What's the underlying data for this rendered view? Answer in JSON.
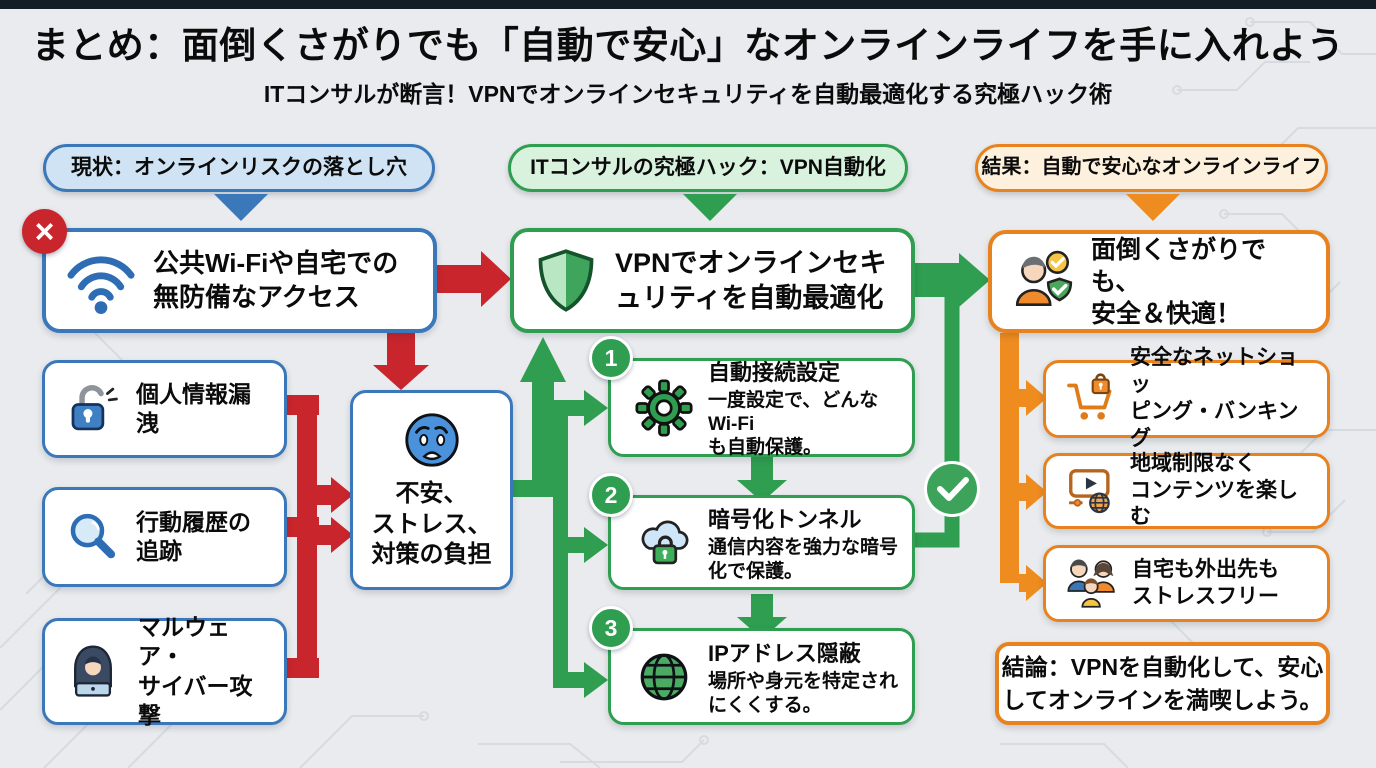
{
  "page": {
    "title": "まとめ：面倒くさがりでも「自動で安心」なオンラインライフを手に入れよう",
    "subtitle": "ITコンサルが断言！VPNでオンラインセキュリティを自動最適化する究極ハック術"
  },
  "colors": {
    "blue": "#3b78ba",
    "blue_light": "#cfe3f5",
    "green": "#2f9e50",
    "green_light": "#d9f2dd",
    "orange": "#e8821f",
    "orange_light": "#fdf0dc",
    "red": "#c9252c",
    "background": "#e9ebee",
    "top_strip": "#141c27"
  },
  "columns": {
    "current": {
      "header": "現状：オンラインリスクの落とし穴",
      "main_box": {
        "icon": "wifi-icon",
        "badge_icon": "x-circle-icon",
        "text": "公共Wi-Fiや自宅での\n無防備なアクセス"
      },
      "risks": [
        {
          "icon": "lock-open-icon",
          "text": "個人情報漏洩"
        },
        {
          "icon": "magnifier-icon",
          "text": "行動履歴の追跡"
        },
        {
          "icon": "hacker-icon",
          "text": "マルウェア・\nサイバー攻撃"
        }
      ],
      "stress_box": {
        "icon": "worried-face-icon",
        "text": "不安、\nストレス、\n対策の負担"
      }
    },
    "hack": {
      "header": "ITコンサルの究極ハック：VPN自動化",
      "main_box": {
        "icon": "shield-icon",
        "text": "VPNでオンラインセキ\nュリティを自動最適化"
      },
      "steps": [
        {
          "number": "1",
          "icon": "gear-icon",
          "title": "自動接続設定",
          "body": "一度設定で、どんなWi-Fi\nも自動保護。"
        },
        {
          "number": "2",
          "icon": "cloud-lock-icon",
          "title": "暗号化トンネル",
          "body": "通信内容を強力な暗号\n化で保護。"
        },
        {
          "number": "3",
          "icon": "globe-icon",
          "title": "IPアドレス隠蔽",
          "body": "場所や身元を特定され\nにくくする。"
        }
      ],
      "check_icon": "check-circle-icon"
    },
    "result": {
      "header": "結果：自動で安心なオンラインライフ",
      "main_box": {
        "icon": "person-check-icon",
        "text": "面倒くさがりでも、\n安全＆快適！"
      },
      "benefits": [
        {
          "icon": "cart-lock-icon",
          "text": "安全なネットショッ\nピング・バンキング"
        },
        {
          "icon": "video-globe-icon",
          "text": "地域制限なく\nコンテンツを楽しむ"
        },
        {
          "icon": "family-icon",
          "text": "自宅も外出先も\nストレスフリー"
        }
      ],
      "conclusion": "結論：VPNを自動化して、安心\nしてオンラインを満喫しよう。"
    }
  }
}
